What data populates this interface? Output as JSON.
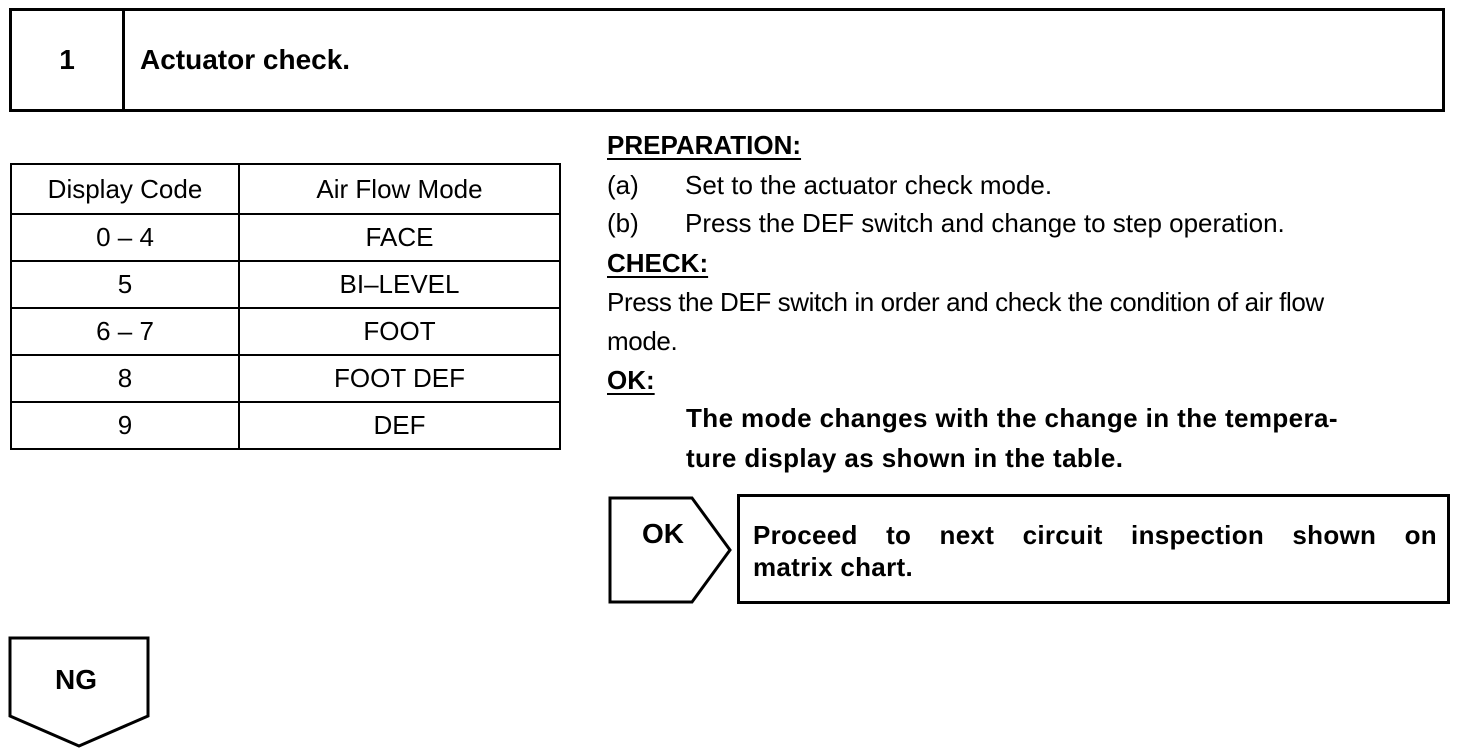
{
  "step": {
    "number": "1",
    "title": "Actuator check."
  },
  "table": {
    "headers": [
      "Display Code",
      "Air Flow Mode"
    ],
    "rows": [
      [
        "0 – 4",
        "FACE"
      ],
      [
        "5",
        "BI–LEVEL"
      ],
      [
        "6 – 7",
        "FOOT"
      ],
      [
        "8",
        "FOOT DEF"
      ],
      [
        "9",
        "DEF"
      ]
    ]
  },
  "preparation": {
    "heading": "PREPARATION:",
    "steps": [
      {
        "label": "(a)",
        "text": "Set to the actuator check mode."
      },
      {
        "label": "(b)",
        "text": "Press the DEF switch and change to step operation."
      }
    ]
  },
  "check": {
    "heading": "CHECK:",
    "line1": "Press the DEF switch in order and check the condition of air flow",
    "line2": "mode."
  },
  "ok": {
    "heading": "OK:",
    "line1": "The mode changes with the change in the tempera-",
    "line2": "ture display as shown in the table."
  },
  "result_ok": {
    "label": "OK",
    "line1": "Proceed to next circuit inspection shown on",
    "line2": "matrix chart."
  },
  "result_ng": {
    "label": "NG"
  }
}
